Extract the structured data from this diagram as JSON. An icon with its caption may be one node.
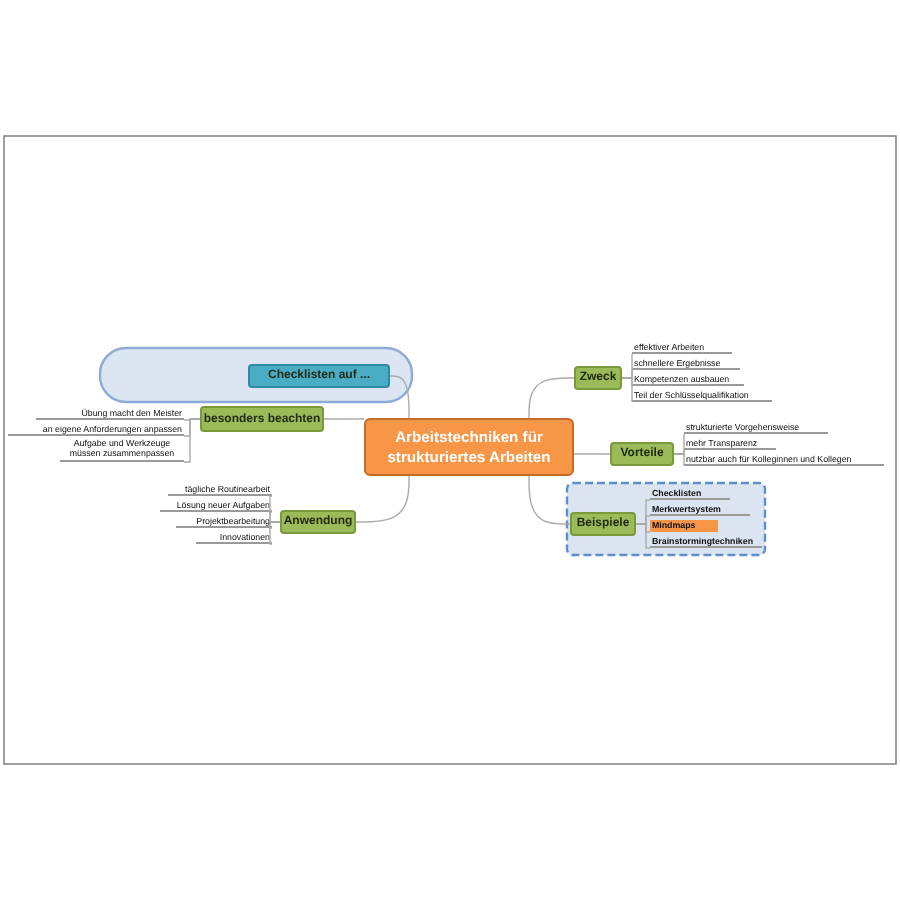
{
  "diagram": {
    "nodes": [
      {
        "text": [
          "Arbeitstechniken für strukturiertes Arbeiten"
        ]
      },
      {
        "text": [],
        "shape": "cloud"
      },
      {
        "text": [
          "Checklisten auf ..."
        ],
        "in": 1
      },
      {
        "text": [
          "besonders beachten"
        ]
      },
      {
        "text": [
          "Übung macht den Meister"
        ]
      },
      {
        "text": [
          "an eigene Anforderungen anpassen"
        ]
      },
      {
        "text": [
          "Aufgabe und Werkzeuge müssen zusammenpassen"
        ]
      },
      {
        "text": [
          "Anwendung"
        ]
      },
      {
        "text": [
          "tägliche Routinearbeit"
        ]
      },
      {
        "text": [
          "Lösung neuer Aufgaben"
        ]
      },
      {
        "text": [
          "Projektbearbeitung"
        ]
      },
      {
        "text": [
          "Innovationen"
        ]
      },
      {
        "text": [
          "Zweck"
        ]
      },
      {
        "text": [
          "effektiver Arbeiten"
        ]
      },
      {
        "text": [
          "schnellere Ergebnisse"
        ]
      },
      {
        "text": [
          "Kompetenzen ausbauen"
        ]
      },
      {
        "text": [
          "Teil der Schlüsselqualifikation"
        ]
      },
      {
        "text": [
          "Vorteile"
        ]
      },
      {
        "text": [
          "strukturierte Vorgehensweise"
        ]
      },
      {
        "text": [
          "mehr Transparenz"
        ]
      },
      {
        "text": [
          "nutzbar auch für Kolleginnen und Kollegen"
        ]
      },
      {
        "text": [],
        "shape": "box"
      },
      {
        "text": [
          "Beispiele"
        ],
        "in": 21
      },
      {
        "text": [
          "Checklisten"
        ],
        "in": 21
      },
      {
        "text": [
          "Merkwertsystem"
        ],
        "in": 21
      },
      {
        "text": [
          "Mindmaps"
        ],
        "in": 21
      },
      {
        "text": [
          "Brainstormingtechniken"
        ],
        "in": 21
      }
    ],
    "edges": [
      {
        "from": 0,
        "to": 2,
        "arrow": "none"
      },
      {
        "from": 0,
        "to": 3,
        "arrow": "none"
      },
      {
        "from": 0,
        "to": 7,
        "arrow": "none"
      },
      {
        "from": 0,
        "to": 12,
        "arrow": "none"
      },
      {
        "from": 0,
        "to": 17,
        "arrow": "none"
      },
      {
        "from": 0,
        "to": 22,
        "arrow": "none"
      },
      {
        "from": 3,
        "to": 4,
        "arrow": "none"
      },
      {
        "from": 3,
        "to": 5,
        "arrow": "none"
      },
      {
        "from": 3,
        "to": 6,
        "arrow": "none"
      },
      {
        "from": 7,
        "to": 8,
        "arrow": "none"
      },
      {
        "from": 7,
        "to": 9,
        "arrow": "none"
      },
      {
        "from": 7,
        "to": 10,
        "arrow": "none"
      },
      {
        "from": 7,
        "to": 11,
        "arrow": "none"
      },
      {
        "from": 12,
        "to": 13,
        "arrow": "none"
      },
      {
        "from": 12,
        "to": 14,
        "arrow": "none"
      },
      {
        "from": 12,
        "to": 15,
        "arrow": "none"
      },
      {
        "from": 12,
        "to": 16,
        "arrow": "none"
      },
      {
        "from": 17,
        "to": 18,
        "arrow": "none"
      },
      {
        "from": 17,
        "to": 19,
        "arrow": "none"
      },
      {
        "from": 17,
        "to": 20,
        "arrow": "none"
      },
      {
        "from": 22,
        "to": 23,
        "arrow": "none"
      },
      {
        "from": 22,
        "to": 24,
        "arrow": "none"
      },
      {
        "from": 22,
        "to": 25,
        "arrow": "none"
      },
      {
        "from": 22,
        "to": 26,
        "arrow": "none"
      }
    ]
  }
}
